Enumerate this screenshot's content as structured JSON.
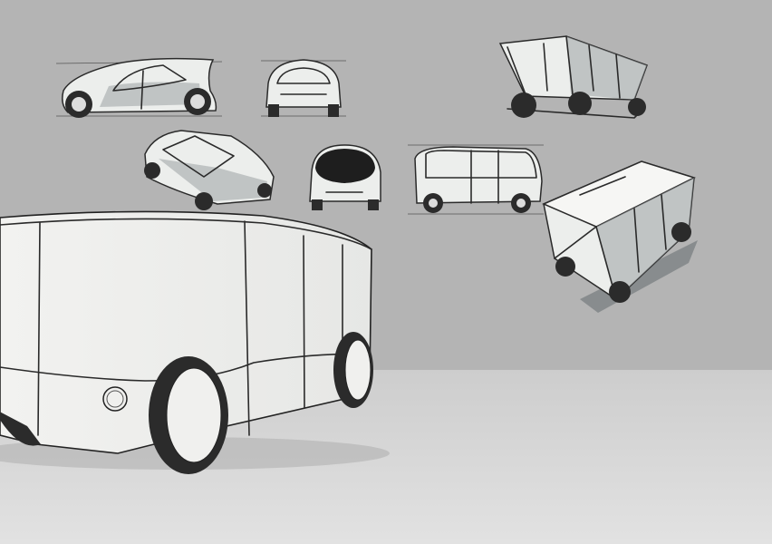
{
  "colors": {
    "wall": "#b4b4b4",
    "floor_top": "#cdcdcd",
    "floor_bottom": "#e2e2e2",
    "vehicle_body": "#f0f0ee",
    "ink": "#2a2a2a"
  },
  "sketches": [
    {
      "name": "sedan-side-view"
    },
    {
      "name": "pod-front-view"
    },
    {
      "name": "van-perspective-top-right"
    },
    {
      "name": "pod-three-quarter-view"
    },
    {
      "name": "pod-rear-view"
    },
    {
      "name": "shuttle-side-view"
    },
    {
      "name": "van-perspective-bottom-right"
    },
    {
      "name": "shuttle-3d-render"
    }
  ]
}
